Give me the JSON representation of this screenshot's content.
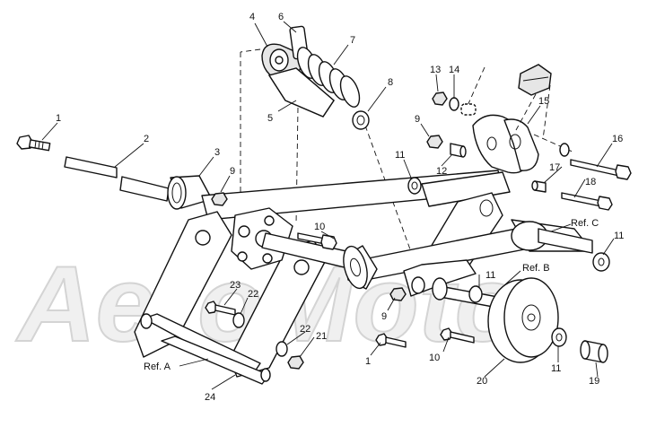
{
  "callouts": {
    "c1a": "1",
    "c1b": "1",
    "c2": "2",
    "c3": "3",
    "c4": "4",
    "c5": "5",
    "c6": "6",
    "c7": "7",
    "c8": "8",
    "c9a": "9",
    "c9b": "9",
    "c9c": "9",
    "c10a": "10",
    "c10b": "10",
    "c11a": "11",
    "c11b": "11",
    "c11c": "11",
    "c11d": "11",
    "c12": "12",
    "c13": "13",
    "c14": "14",
    "c15": "15",
    "c16": "16",
    "c17": "17",
    "c18": "18",
    "c19": "19",
    "c20": "20",
    "c21": "21",
    "c22a": "22",
    "c22b": "22",
    "c23": "23",
    "c24": "24"
  },
  "references": {
    "refA": "Ref. A",
    "refB": "Ref. B",
    "refC": "Ref. C"
  },
  "watermark": "AeroMoto"
}
